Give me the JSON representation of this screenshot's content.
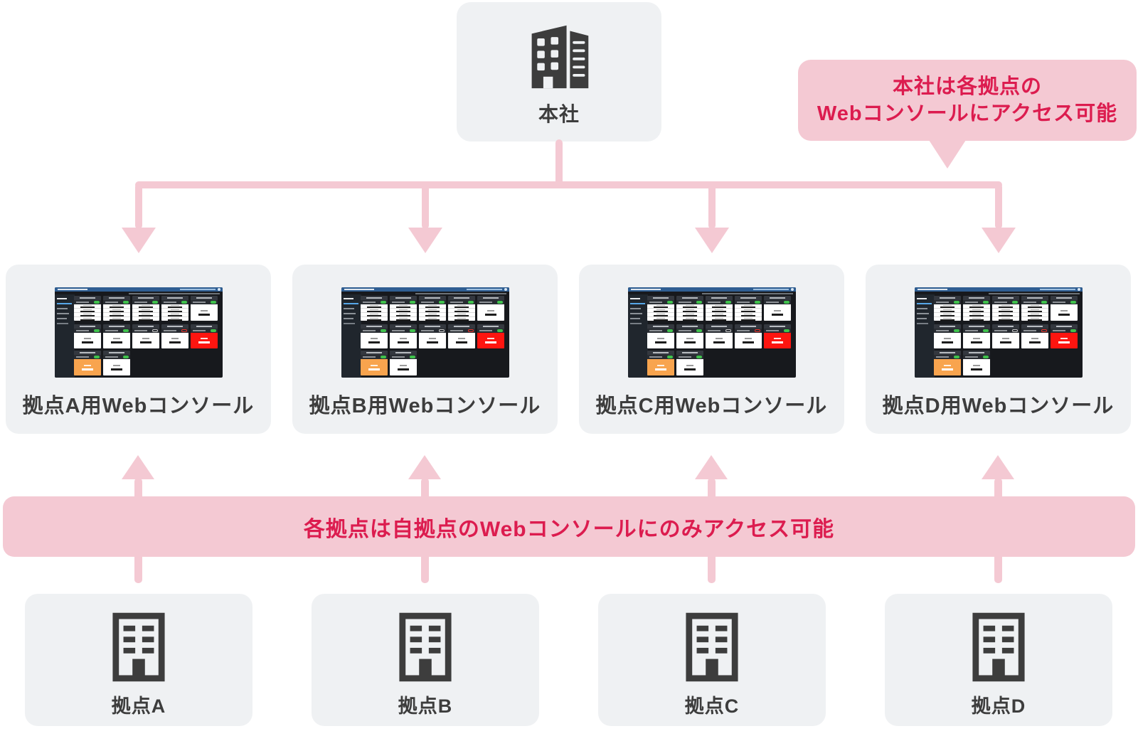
{
  "colors": {
    "accent_pink": "#f4c9d3",
    "accent_crimson": "#dc1c4f",
    "box_gray": "#eff1f3",
    "text_dark": "#3d3d3d"
  },
  "hq": {
    "label": "本社"
  },
  "callout": {
    "lines": [
      "本社は各拠点の",
      "Webコンソールにアクセス可能"
    ]
  },
  "banner": {
    "text": "各拠点は自拠点のWebコンソールにのみアクセス可能"
  },
  "consoles": [
    {
      "label": "拠点A用Webコンソール"
    },
    {
      "label": "拠点B用Webコンソール"
    },
    {
      "label": "拠点C用Webコンソール"
    },
    {
      "label": "拠点D用Webコンソール"
    }
  ],
  "sites": [
    {
      "label": "拠点A"
    },
    {
      "label": "拠点B"
    },
    {
      "label": "拠点C"
    },
    {
      "label": "拠点D"
    }
  ],
  "dashboard_thumbnail": {
    "header_color": "#2f5e92",
    "background": "#17191d",
    "sidebar_background": "#20262d",
    "sidebar_items": 6,
    "status_colors": {
      "ok": "#3fc24c",
      "off": "#c9c9c9",
      "alert": "#e8342c",
      "warn_bg": "#f8a44e",
      "alarm_bg": "#fd1510"
    },
    "rows": [
      {
        "cards": [
          {
            "body": "quad",
            "pill": "ok"
          },
          {
            "body": "quad",
            "pill": "ok"
          },
          {
            "body": "quad",
            "pill": "ok"
          },
          {
            "body": "quad",
            "pill": "ok"
          },
          {
            "body": "single",
            "pill": "ok"
          }
        ]
      },
      {
        "cards": [
          {
            "body": "single",
            "pill": "ok"
          },
          {
            "body": "single",
            "pill": "ok"
          },
          {
            "body": "single",
            "pill": "off"
          },
          {
            "body": "single",
            "pill": "alert"
          },
          {
            "body": "alarm",
            "pill": "ok"
          }
        ]
      },
      {
        "cards": [
          {
            "body": "warn",
            "pill": "ok"
          },
          {
            "body": "single",
            "pill": "ok"
          }
        ]
      }
    ]
  }
}
